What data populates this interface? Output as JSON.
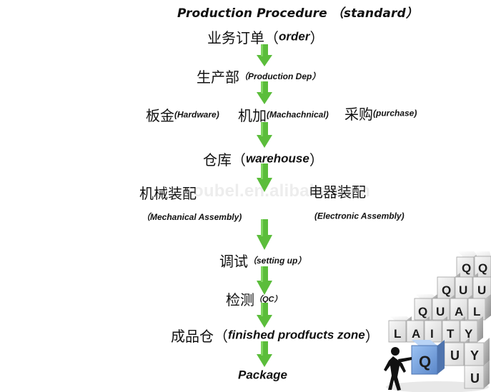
{
  "title": "Production Procedure （standard）",
  "steps": {
    "order": {
      "zh": "业务订单（",
      "en": "order",
      "end": "）"
    },
    "production": {
      "zh": "生产部",
      "en": "（Production Dep）"
    },
    "row3": {
      "hardware_zh": "板金",
      "hardware_en": "(Hardware)",
      "machining_zh": "机加",
      "machining_en": "(Machachnical)",
      "purchase_zh": "采购",
      "purchase_en": "(purchase)"
    },
    "warehouse": {
      "zh": "仓库（",
      "en": "warehouse",
      "end": "）"
    },
    "assembly": {
      "mechanical_zh": "机械装配",
      "mechanical_en": "（Mechanical Assembly)",
      "electronic_zh": "电器装配",
      "electronic_en": "(Electronic Assembly)"
    },
    "setting_up": {
      "zh": "调试",
      "en": "（setting up）"
    },
    "qc": {
      "zh": "检测",
      "en": "（QC）"
    },
    "finished": {
      "zh": "成品仓（",
      "en": "finished prodfucts zone",
      "end": "）"
    },
    "package": {
      "en": "Package"
    }
  },
  "watermark": "oubel.en.alibaba.com",
  "art": {
    "cube_letters": [
      "Q",
      "Q",
      "Q",
      "U",
      "U",
      "Q",
      "U",
      "A",
      "L",
      "L",
      "A",
      "I",
      "T",
      "Y",
      "U",
      "Y",
      "U",
      "Q"
    ]
  },
  "colors": {
    "arrow": "#5bbd3b",
    "arrow_dark": "#3d9a25",
    "text": "#111111",
    "cube_light": "#f2f2f2",
    "cube_mid": "#cfcfcf",
    "cube_shadow": "#8f8f8f",
    "cube_blue": "#79a8e6"
  }
}
